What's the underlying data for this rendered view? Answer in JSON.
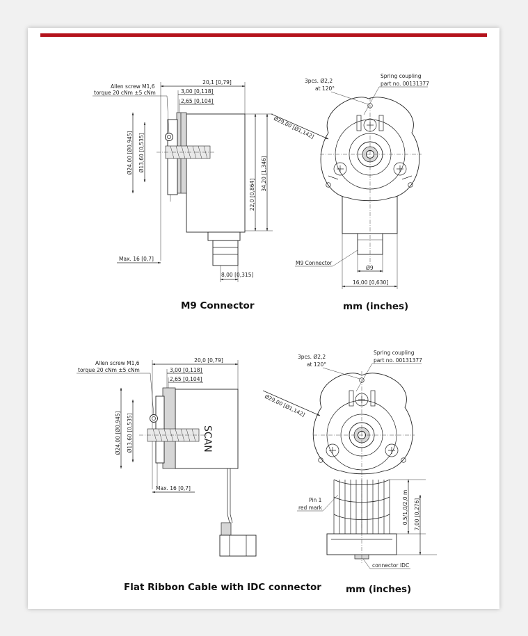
{
  "colors": {
    "accent": "#b4121b"
  },
  "top_side": {
    "dims": {
      "overall_length": "20,1 [0,79]",
      "d300": "3,00 [0,118]",
      "d265": "2,65 [0,104]",
      "dia24": "Ø24,00 [Ø0,945]",
      "dia136": "Ø13,60 [0,535]",
      "h22": "22,0 [0,864]",
      "h342": "34,20 [1,346]",
      "max16": "Max. 16 [0,7]",
      "w8": "8,00 [0,315]"
    },
    "allen_label_1": "Allen screw M1,6",
    "allen_label_2": "torque 20 cNm ±5 cNm",
    "caption": "M9 Connector"
  },
  "top_front": {
    "pcs_1": "3pcs. Ø2,2",
    "pcs_2": "at 120°",
    "spring_1": "Spring coupling",
    "spring_2": "part no. 00131377",
    "dia29": "Ø29,00 [Ø1,142]",
    "m9_label": "M9 Connector",
    "dia9": "Ø9",
    "w16": "16,00 [0,630]",
    "caption": "mm (inches)"
  },
  "bottom_side": {
    "dims": {
      "overall_length": "20,0 [0,79]",
      "d300": "3,00 [0,118]",
      "d265": "2,65 [0,104]",
      "dia24": "Ø24,00 [Ø0,945]",
      "dia136": "Ø13,60 [0,535]",
      "max16": "Max. 16 [0,7]"
    },
    "allen_label_1": "Allen screw M1,6",
    "allen_label_2": "torque 20 cNm ±5 cNm",
    "body_marking": "SCAN",
    "caption": "Flat Ribbon Cable with IDC connector"
  },
  "bottom_front": {
    "pcs_1": "3pcs. Ø2,2",
    "pcs_2": "at 120°",
    "spring_1": "Spring coupling",
    "spring_2": "part no. 00131377",
    "dia29": "Ø29,00 [Ø1,142]",
    "pin1_1": "Pin 1",
    "pin1_2": "red mark",
    "cable_len": "0,5/1,0/2,0 m",
    "h7": "7,00 [0,276]",
    "idc_label": "connector IDC",
    "caption": "mm (inches)"
  }
}
